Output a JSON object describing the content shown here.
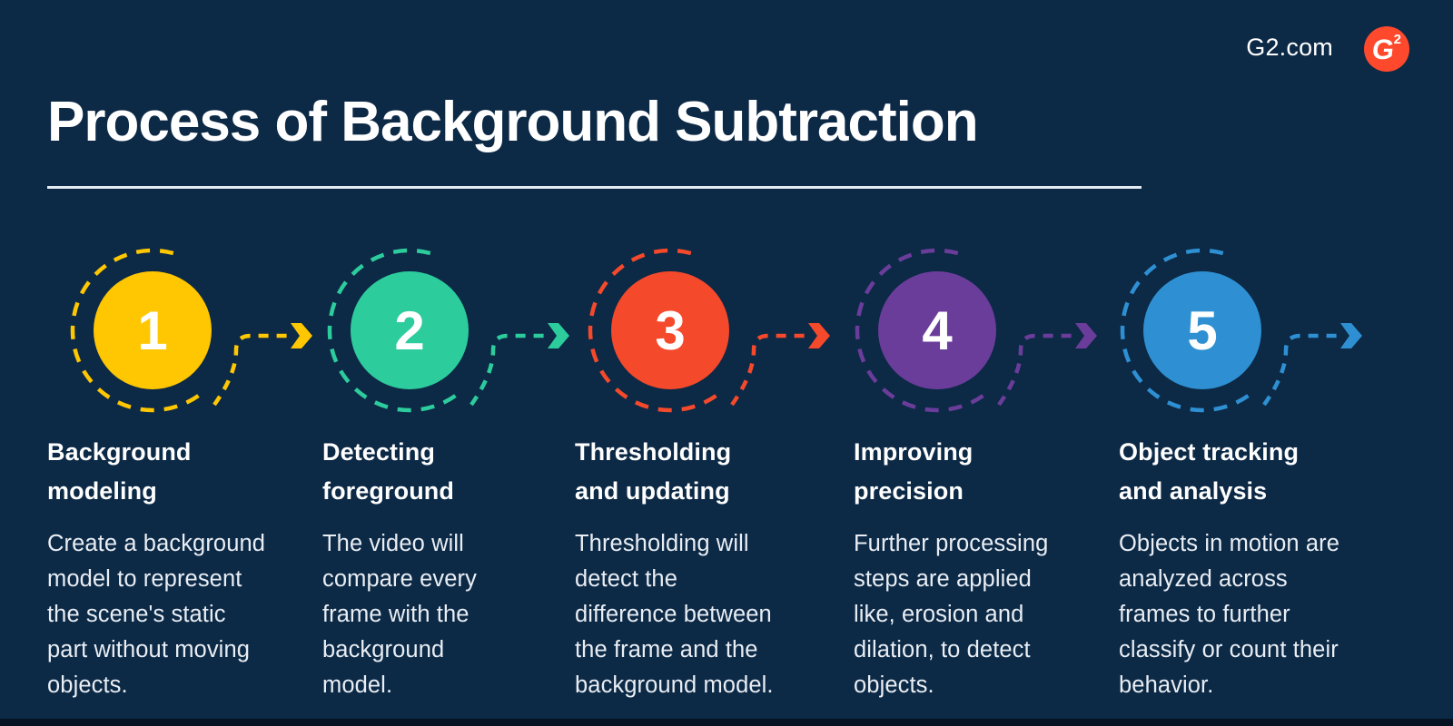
{
  "page": {
    "background_color": "#0C2946",
    "brand": {
      "site_label": "G2.com",
      "logo_color": "#FF492C",
      "logo_letter": "G",
      "logo_superscript": "2"
    },
    "title": "Process of Background Subtraction",
    "steps": [
      {
        "number": "1",
        "color": "#FFC702",
        "heading": "Background\nmodeling",
        "body": "Create a background\nmodel to represent\nthe scene's static\npart without moving\nobjects."
      },
      {
        "number": "2",
        "color": "#2DCC9D",
        "heading": "Detecting\nforeground",
        "body": "The video will\ncompare every\nframe with the\nbackground\nmodel."
      },
      {
        "number": "3",
        "color": "#F5492B",
        "heading": "Thresholding\nand updating",
        "body": "Thresholding will\ndetect the\ndifference between\nthe frame and the\nbackground model."
      },
      {
        "number": "4",
        "color": "#6B3D9B",
        "heading": "Improving\nprecision",
        "body": "Further processing\nsteps are applied\nlike, erosion and\ndilation, to detect\nobjects."
      },
      {
        "number": "5",
        "color": "#2E90D2",
        "heading": "Object tracking\nand analysis",
        "body": "Objects in motion are\nanalyzed across\nframes to further\nclassify or count their\nbehavior."
      }
    ]
  }
}
